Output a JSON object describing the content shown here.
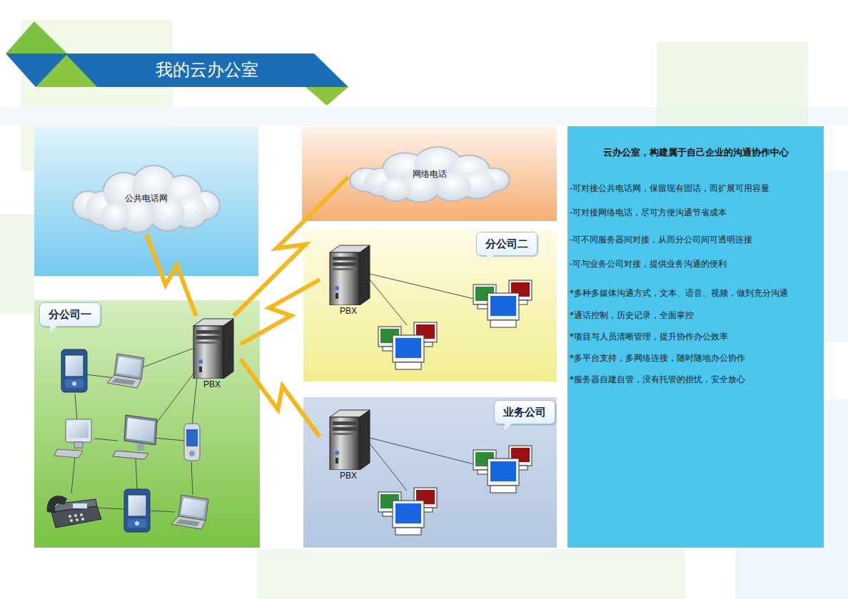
{
  "diagram": {
    "title": "我的云办公室",
    "nodes": [
      {
        "text": [
          "公共电话网"
        ]
      },
      {
        "text": [
          "网络电话"
        ]
      },
      {
        "text": [
          "分公司二"
        ]
      },
      {
        "text": [
          "PBX"
        ],
        "in": 2
      },
      {
        "text": [
          "云办公室，构建属于自己企业的沟通协作中心",
          "-可对接公共电话网，保留现有固话，而扩展可用容量",
          "-可对接网络电话，尽可方便沟通节省成本",
          "-可不同服务器间对接，从而分公司间可透明连接",
          "-可与业务公司对接，提供业务沟通的便利",
          "*多种多媒体沟通方式，文本、语音、视频，做到充分沟通",
          "*通话控制，历史记录，全面掌控",
          "*项目与人员清晰管理，提升协作办公效率",
          "*多平台支持，多网络连接，随时随地办公协作",
          "*服务器自建自管，没有托管的担忧，安全放心"
        ]
      },
      {
        "text": [
          "分公司一"
        ]
      },
      {
        "text": [
          "PBX"
        ],
        "in": 5
      },
      {
        "text": [
          "业务公司"
        ]
      },
      {
        "text": [
          "PBX"
        ],
        "in": 7
      }
    ],
    "edges": [
      {
        "from": 0,
        "to": 6,
        "arrow": "none"
      },
      {
        "from": 6,
        "to": 1,
        "arrow": "none"
      },
      {
        "from": 6,
        "to": 3,
        "arrow": "none"
      },
      {
        "from": 6,
        "to": 8,
        "arrow": "none"
      }
    ]
  }
}
